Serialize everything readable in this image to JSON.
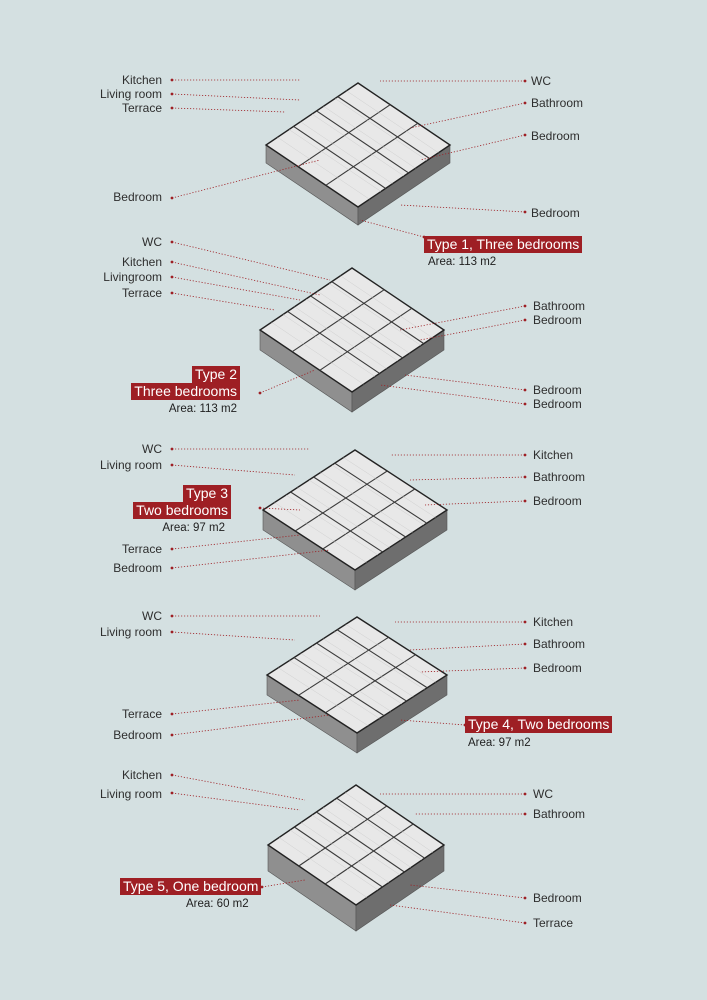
{
  "accent": "#9e1f24",
  "background": "#d4e0e1",
  "plans": [
    {
      "labels_left": [
        "Kitchen",
        "Living room",
        "Terrace",
        "Bedroom"
      ],
      "labels_right": [
        "WC",
        "Bathroom",
        "Bedroom",
        "Bedroom"
      ],
      "title": "Type 1, Three bedrooms",
      "area": "Area: 113 m2"
    },
    {
      "labels_left": [
        "WC",
        "Kitchen",
        "Livingroom",
        "Terrace"
      ],
      "labels_right": [
        "Bathroom",
        "Bedroom",
        "Bedroom",
        "Bedroom"
      ],
      "title_lines": [
        "Type 2",
        "Three bedrooms"
      ],
      "area": "Area: 113 m2"
    },
    {
      "labels_left": [
        "WC",
        "Living room",
        "Terrace",
        "Bedroom"
      ],
      "labels_right": [
        "Kitchen",
        "Bathroom",
        "Bedroom"
      ],
      "title_lines": [
        "Type 3",
        "Two bedrooms"
      ],
      "area": "Area: 97 m2"
    },
    {
      "labels_left": [
        "WC",
        "Living room",
        "Terrace",
        "Bedroom"
      ],
      "labels_right": [
        "Kitchen",
        "Bathroom",
        "Bedroom"
      ],
      "title": "Type 4, Two bedrooms",
      "area": "Area: 97 m2"
    },
    {
      "labels_left": [
        "Kitchen",
        "Living room"
      ],
      "labels_right": [
        "WC",
        "Bathroom",
        "Bedroom",
        "Terrace"
      ],
      "title": "Type 5, One bedroom",
      "area": "Area: 60 m2"
    }
  ]
}
